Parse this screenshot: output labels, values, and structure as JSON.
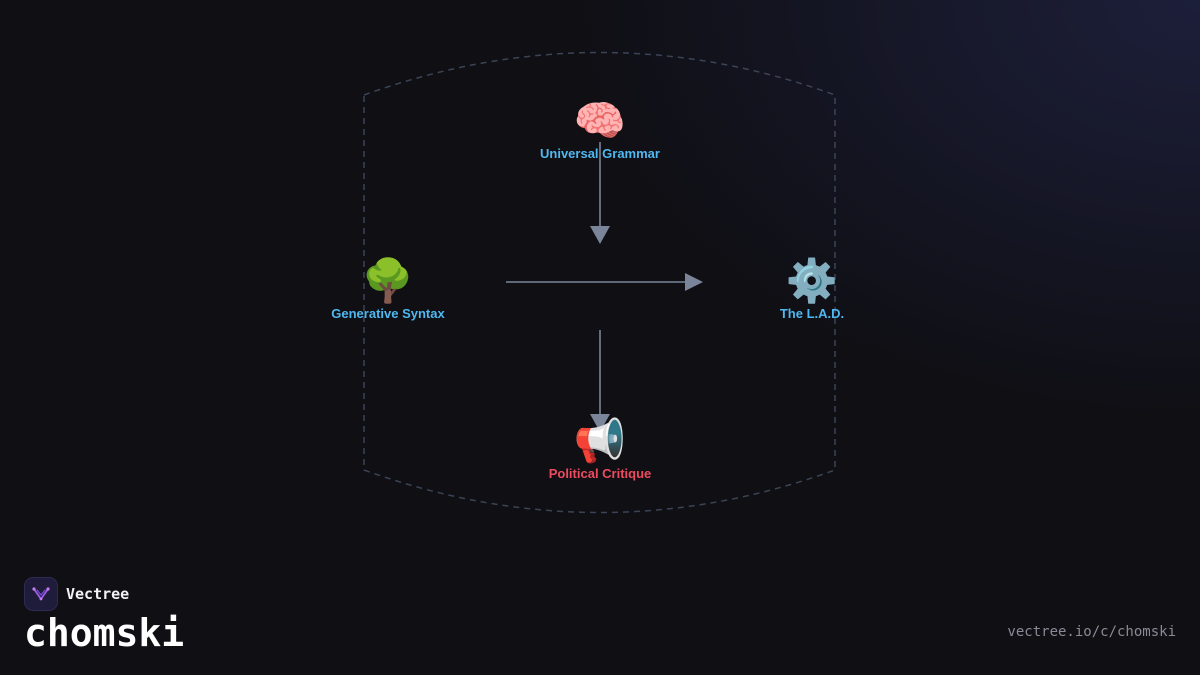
{
  "brand": {
    "name": "Vectree",
    "slug": "chomski",
    "url": "vectree.io/c/chomski"
  },
  "diagram": {
    "nodes": [
      {
        "id": "universal-grammar",
        "emoji": "🧠",
        "label": "Universal Grammar",
        "color": "#4fb8f0"
      },
      {
        "id": "generative-syntax",
        "emoji": "🌳",
        "label": "Generative Syntax",
        "color": "#4fb8f0"
      },
      {
        "id": "lad",
        "emoji": "⚙️",
        "label": "The L.A.D.",
        "color": "#4fb8f0"
      },
      {
        "id": "political-critique",
        "emoji": "📢",
        "label": "Political Critique",
        "color": "#ef4b5f"
      }
    ],
    "edges": [
      {
        "from": "universal-grammar",
        "to": "center"
      },
      {
        "from": "generative-syntax",
        "to": "lad"
      },
      {
        "from": "center",
        "to": "political-critique"
      }
    ],
    "colors": {
      "arrow": "#7a8599",
      "boundary": "#3b4456"
    }
  }
}
